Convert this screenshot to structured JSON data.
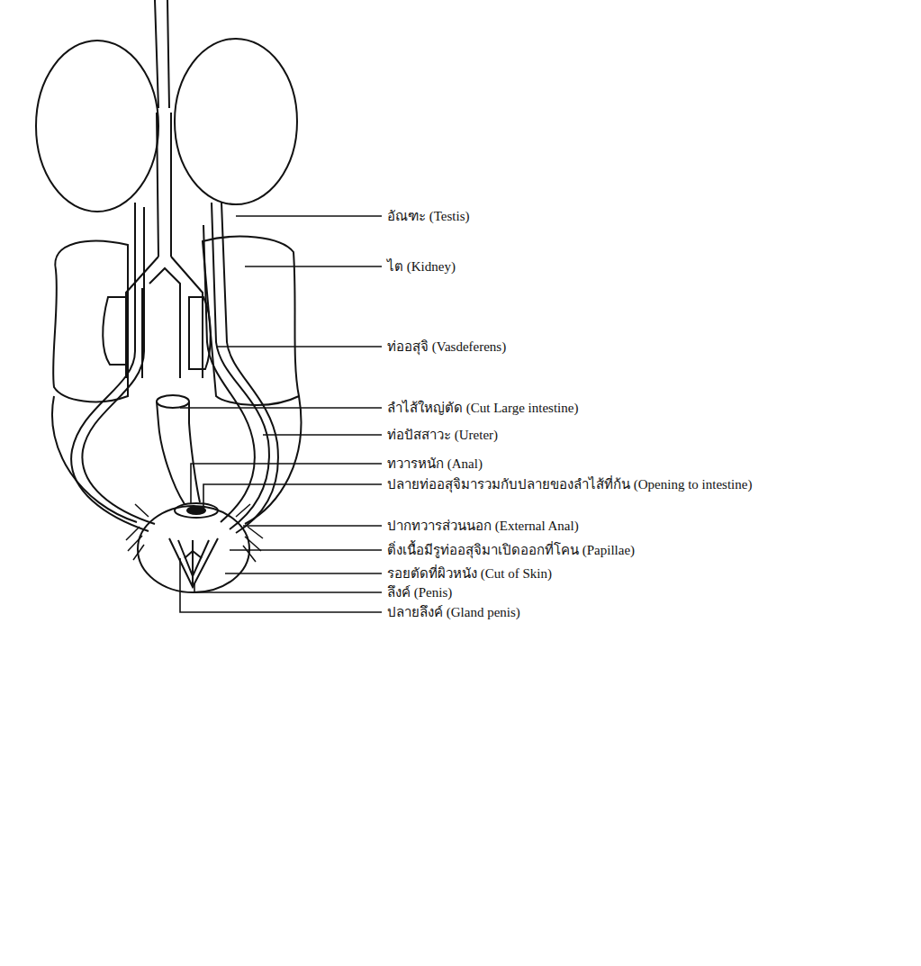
{
  "diagram": {
    "labels": [
      "อัณฑะ (Testis)",
      "ไต (Kidney)",
      "ท่ออสุจิ (Vasdeferens)",
      "ลำไส้ใหญ่ตัด (Cut Large intestine)",
      "ท่อปัสสาวะ (Ureter)",
      "ทวารหนัก (Anal)",
      "ปลายท่ออสุจิมารวมกับปลายของลำไส้ที่ก้น (Opening to intestine)",
      "ปากทวารส่วนนอก (External Anal)",
      "ติ่งเนื้อมีรูท่ออสุจิมาเปิดออกที่โคน (Papillae)",
      "รอยตัดที่ผิวหนัง (Cut of Skin)",
      "ลึงค์ (Penis)",
      "ปลายลึงค์ (Gland penis)"
    ]
  }
}
